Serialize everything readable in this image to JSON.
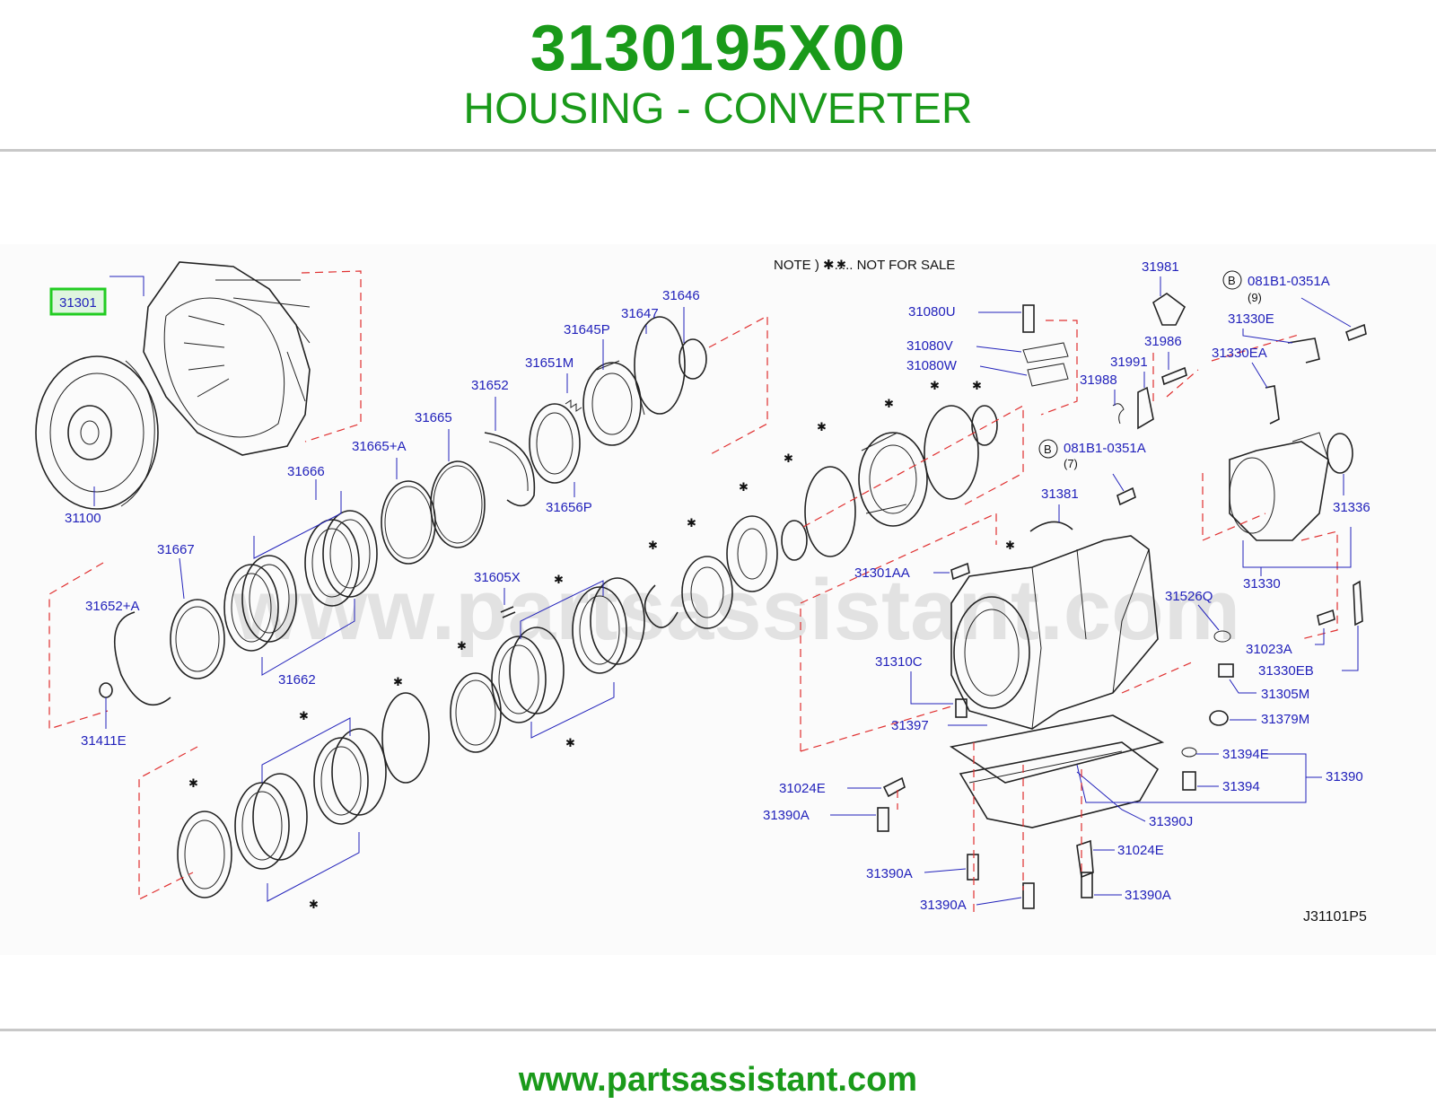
{
  "header": {
    "part_number": "3130195X00",
    "part_name": "HOUSING - CONVERTER"
  },
  "diagram": {
    "watermark": "www.partsassistant.com",
    "note": "NOTE  )  ✱..... NOT  FOR  SALE",
    "ref_code": "J31101P5",
    "highlighted_label": "31301",
    "labels": {
      "l31301": "31301",
      "l31100": "31100",
      "l31667": "31667",
      "l31652A": "31652+A",
      "l31411E": "31411E",
      "l31666": "31666",
      "l31662": "31662",
      "l31665A": "31665+A",
      "l31665": "31665",
      "l31652": "31652",
      "l31651M": "31651M",
      "l31645P": "31645P",
      "l31647": "31647",
      "l31646": "31646",
      "l31656P": "31656P",
      "l31605X": "31605X",
      "l31080U": "31080U",
      "l31080V": "31080V",
      "l31080W": "31080W",
      "l31981": "31981",
      "l31986": "31986",
      "l31991": "31991",
      "l31988": "31988",
      "lB1": "081B1-0351A",
      "lB1q": "(9)",
      "lB2": "081B1-0351A",
      "lB2q": "(7)",
      "l31330E": "31330E",
      "l31330EA": "31330EA",
      "l31336": "31336",
      "l31330": "31330",
      "l31381": "31381",
      "l31301AA": "31301AA",
      "l31526Q": "31526Q",
      "l31023A": "31023A",
      "l31330EB": "31330EB",
      "l31305M": "31305M",
      "l31379M": "31379M",
      "l31310C": "31310C",
      "l31397": "31397",
      "l31394E": "31394E",
      "l31394": "31394",
      "l31390": "31390",
      "l31024E_1": "31024E",
      "l31390A_1": "31390A",
      "l31390J": "31390J",
      "l31024E_2": "31024E",
      "l31390A_2": "31390A",
      "l31390A_3": "31390A",
      "l31390A_4": "31390A",
      "circB": "B"
    }
  },
  "footer": {
    "url": "www.partsassistant.com"
  },
  "colors": {
    "brand_green": "#1a9a1a",
    "label_blue": "#2222bb",
    "dash_red": "#e03030",
    "highlight": "#22cc22"
  }
}
